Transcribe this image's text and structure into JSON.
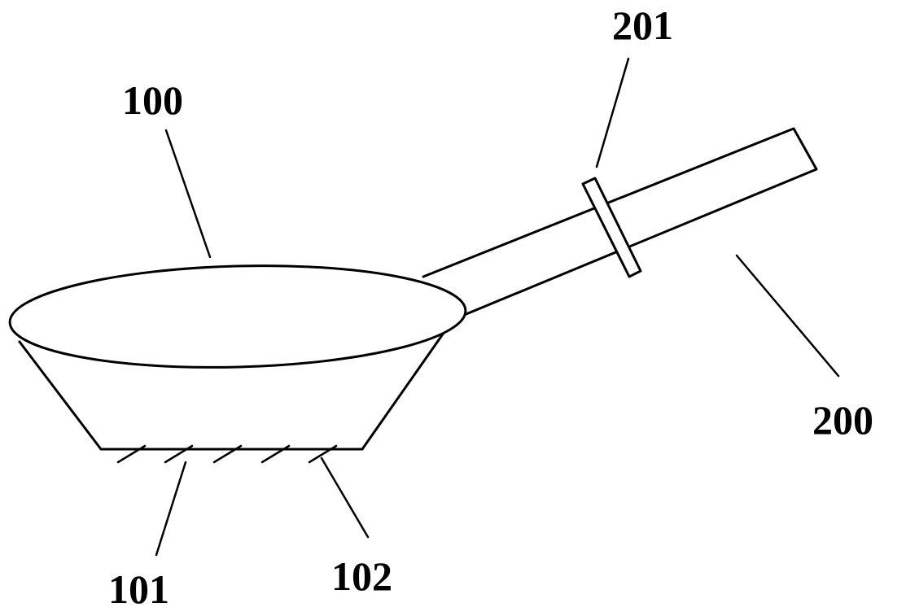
{
  "figure": {
    "labels": {
      "bowl": "100",
      "handle": "200",
      "collar": "201",
      "bottom_left": "101",
      "bottom_right": "102"
    },
    "colors": {
      "line": "#000000",
      "background": "#ffffff"
    }
  }
}
